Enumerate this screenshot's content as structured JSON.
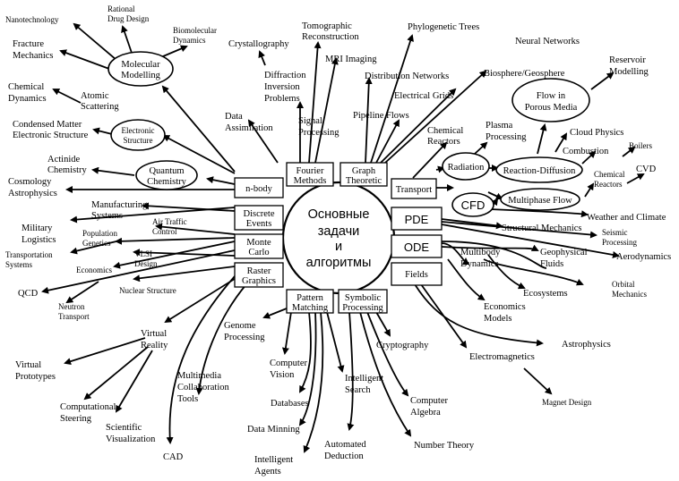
{
  "center": {
    "line1": "Основные",
    "line2": "задачи",
    "line3": "и",
    "line4": "алгоритмы"
  },
  "boxes": {
    "nbody": "n-body",
    "discrete1": "Discrete",
    "discrete2": "Events",
    "monte1": "Monte",
    "monte2": "Carlo",
    "raster1": "Raster",
    "raster2": "Graphics",
    "fourier1": "Fourier",
    "fourier2": "Methods",
    "graph1": "Graph",
    "graph2": "Theoretic",
    "transport": "Transport",
    "pde": "PDE",
    "ode": "ODE",
    "fields": "Fields",
    "pattern1": "Pattern",
    "pattern2": "Matching",
    "symbolic1": "Symbolic",
    "symbolic2": "Processing"
  },
  "ellipses": {
    "molecular1": "Molecular",
    "molecular2": "Modelling",
    "electronic1": "Electronic",
    "electronic2": "Structure",
    "quantum1": "Quantum",
    "quantum2": "Chemistry",
    "radiation": "Radiation",
    "cfd": "CFD",
    "reaction": "Reaction-Diffusion",
    "multiphase": "Multiphase Flow",
    "flow1": "Flow in",
    "flow2": "Porous Media"
  },
  "labels": {
    "nanotech": "Nanotechnology",
    "rational1": "Rational",
    "rational2": "Drug Design",
    "biomol1": "Biomolecular",
    "biomol2": "Dynamics",
    "fracture1": "Fracture",
    "fracture2": "Mechanics",
    "chemdyn1": "Chemical",
    "chemdyn2": "Dynamics",
    "atomic1": "Atomic",
    "atomic2": "Scattering",
    "condensed1": "Condensed Matter",
    "condensed2": "Electronic Structure",
    "actinide1": "Actinide",
    "actinide2": "Chemistry",
    "cosmo1": "Cosmology",
    "cosmo2": "Astrophysics",
    "manuf1": "Manufacturing",
    "manuf2": "Systems",
    "military1": "Military",
    "military2": "Logistics",
    "air1": "Air Traffic",
    "air2": "Control",
    "pop1": "Population",
    "pop2": "Genetics",
    "transys1": "Transportation",
    "transys2": "Systems",
    "economics": "Economics",
    "vlsi1": "VLSI",
    "vlsi2": "Design",
    "qcd": "QCD",
    "neutron1": "Neutron",
    "neutron2": "Transport",
    "nuclear": "Nuclear Structure",
    "vr1": "Virtual",
    "vr2": "Reality",
    "vproto1": "Virtual",
    "vproto2": "Prototypes",
    "compsteer1": "Computational",
    "compsteer2": "Steering",
    "scivis1": "Scientific",
    "scivis2": "Visualization",
    "multimedia1": "Multimedia",
    "multimedia2": "Collaboration",
    "multimedia3": "Tools",
    "cad": "CAD",
    "genome1": "Genome",
    "genome2": "Processing",
    "compvision1": "Computer",
    "compvision2": "Vision",
    "databases": "Databases",
    "datamining": "Data Minning",
    "agents1": "Intelligent",
    "agents2": "Agents",
    "isearch1": "Intelligent",
    "isearch2": "Search",
    "autoded1": "Automated",
    "autoded2": "Deduction",
    "crypto": "Cryptography",
    "compalg1": "Computer",
    "compalg2": "Algebra",
    "numtheory": "Number Theory",
    "crystal": "Crystallography",
    "diffraction1": "Diffraction",
    "diffraction2": "Inversion",
    "diffraction3": "Problems",
    "tomo1": "Tomographic",
    "tomo2": "Reconstruction",
    "mri": "MRI Imaging",
    "dataassim1": "Data",
    "dataassim2": "Assimilation",
    "signal1": "Signal",
    "signal2": "Processing",
    "phylo": "Phylogenetic Trees",
    "distnet": "Distribution Networks",
    "elecgrid": "Electrical Grids",
    "pipeline": "Pipeline Flows",
    "neuralnet": "Neural Networks",
    "biosphere": "Biosphere/Geosphere",
    "reservoir1": "Reservoir",
    "reservoir2": "Modelling",
    "chemreact1": "Chemical",
    "chemreact2": "Reactors",
    "plasma1": "Plasma",
    "plasma2": "Processing",
    "cloud": "Cloud Physics",
    "combustion": "Combustion",
    "boilers": "Boilers",
    "chemreact3": "Chemical",
    "chemreact4": "Reactors",
    "cvd": "CVD",
    "weather": "Weather and Climate",
    "structmech": "Structural Mechanics",
    "seismic1": "Seismic",
    "seismic2": "Processing",
    "aero": "Aerodynamics",
    "multibody1": "Multibody",
    "multibody2": "Dynamics",
    "geophys1": "Geophysical",
    "geophys2": "Fluids",
    "orbital1": "Orbital",
    "orbital2": "Mechanics",
    "ecosystems": "Ecosystems",
    "econmodels1": "Economics",
    "econmodels2": "Models",
    "astrophysics": "Astrophysics",
    "electromag": "Electromagnetics",
    "magnet": "Magnet Design"
  }
}
